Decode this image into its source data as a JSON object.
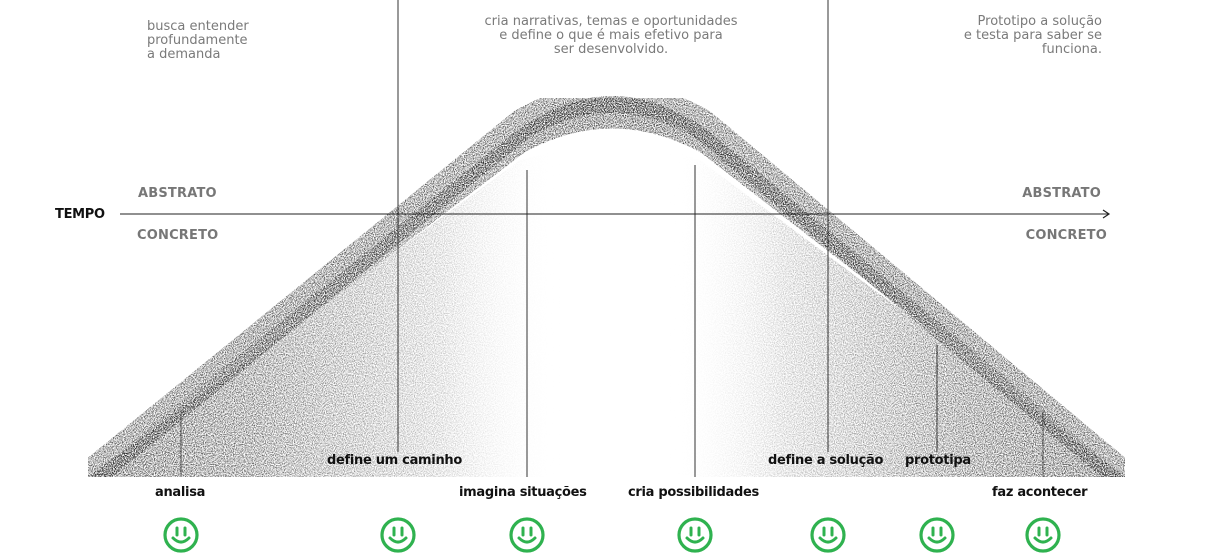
{
  "descriptions": {
    "left": [
      "busca entender",
      "profundamente",
      "a demanda"
    ],
    "center": [
      "cria narrativas, temas e oportunidades",
      "e define o que é mais efetivo para",
      "ser desenvolvido."
    ],
    "right": [
      "Prototipo a solução",
      "e testa para saber se",
      "funciona."
    ]
  },
  "axis": {
    "time_label": "TEMPO",
    "upper_left": "ABSTRATO",
    "lower_left": "CONCRETO",
    "upper_right": "ABSTRATO",
    "lower_right": "CONCRETO"
  },
  "steps": {
    "define_caminho": "define um caminho",
    "define_solucao": "define a solução",
    "prototipa": "prototipa",
    "analisa": "analisa",
    "imagina": "imagina situações",
    "cria": "cria possibilidades",
    "faz": "faz acontecer"
  },
  "colors": {
    "smiley": "#2fb24f",
    "curve_dark": "#1b1b1b",
    "axis_line": "#222222",
    "phase_divider": "#333333",
    "description_text": "#7a7a7a",
    "axis_text": "#777777"
  },
  "icons": [
    "smiley-icon"
  ]
}
